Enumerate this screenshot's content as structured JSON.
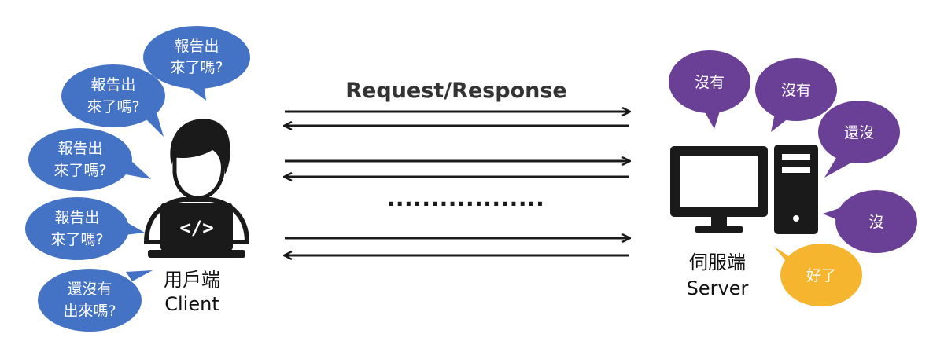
{
  "colors": {
    "client_bubble": "#4472c4",
    "server_bubble": "#6a3f96",
    "done_bubble": "#f5b52e",
    "icon": "#1a1a1a",
    "arrow": "#1a1a1a"
  },
  "title": "Request/Response",
  "ellipsis": "..................",
  "client": {
    "label_line1": "用戶端",
    "label_line2": "Client",
    "icon": "developer-laptop-icon",
    "code_symbol": "</>",
    "bubbles": [
      {
        "line1": "報告出",
        "line2": "來了嗎?"
      },
      {
        "line1": "報告出",
        "line2": "來了嗎?"
      },
      {
        "line1": "報告出",
        "line2": "來了嗎?"
      },
      {
        "line1": "報告出",
        "line2": "來了嗎?"
      },
      {
        "line1": "還沒有",
        "line2": "出來嗎?"
      }
    ]
  },
  "server": {
    "label_line1": "伺服端",
    "label_line2": "Server",
    "icon": "desktop-computer-icon",
    "bubbles": [
      {
        "text": "沒有"
      },
      {
        "text": "沒有"
      },
      {
        "text": "還沒"
      },
      {
        "text": "沒"
      },
      {
        "text": "好了"
      }
    ]
  }
}
